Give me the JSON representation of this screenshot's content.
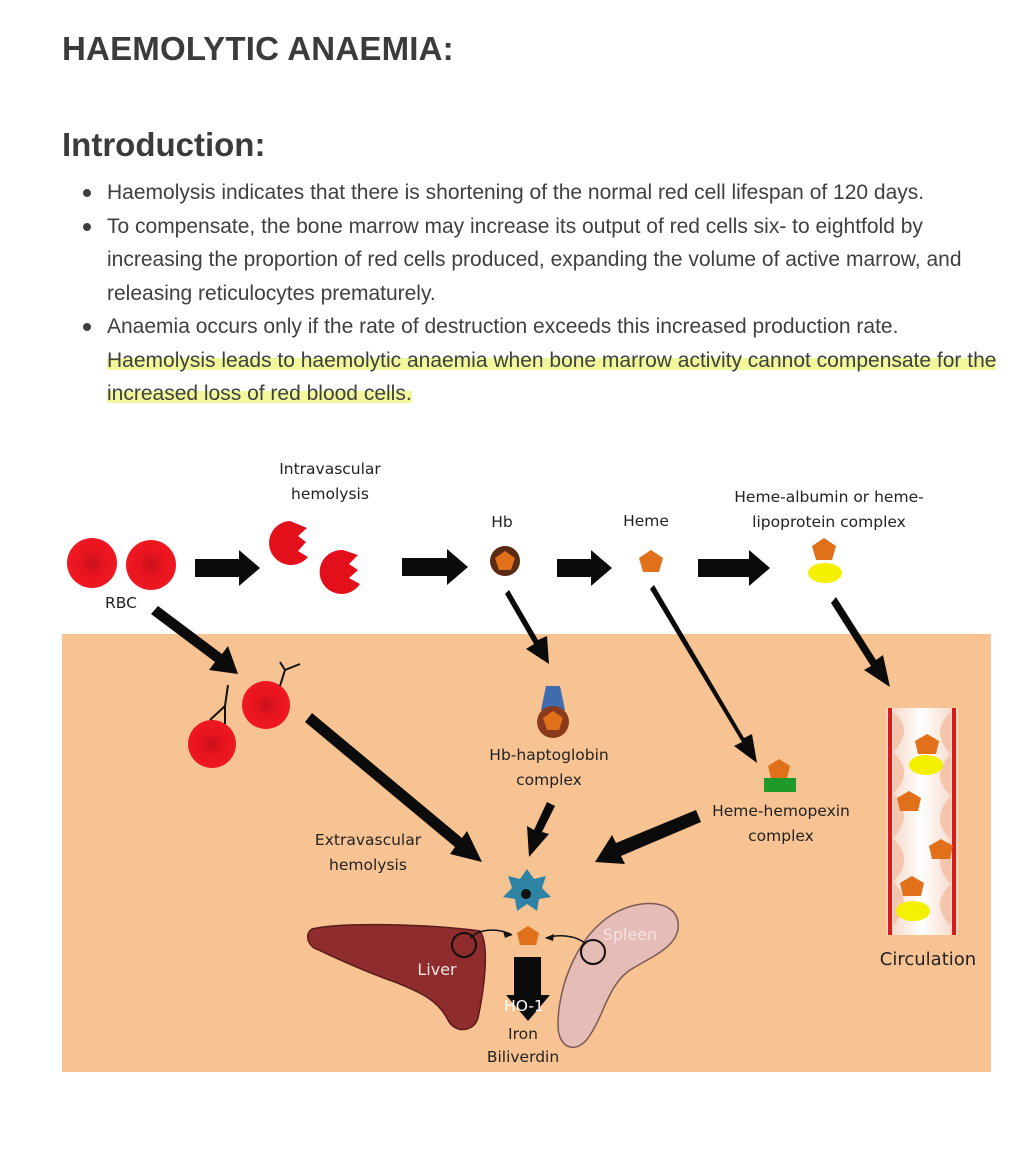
{
  "document": {
    "title": "HAEMOLYTIC ANAEMIA:",
    "section_heading": "Introduction:",
    "bullets": [
      {
        "text": "Haemolysis indicates that there is shortening of the normal red cell lifespan of 120 days."
      },
      {
        "text": "To compensate, the bone marrow may increase its output of red cells six- to eightfold by increasing the proportion of red cells produced, expanding the volume of active marrow, and releasing reticulocytes prematurely."
      },
      {
        "text": "Anaemia occurs only if the rate of destruction exceeds this increased production rate.",
        "highlight": "Haemolysis leads to haemolytic anaemia when bone marrow activity cannot compensate for the increased loss of red blood cells."
      }
    ]
  },
  "diagram": {
    "labels": {
      "rbc": "RBC",
      "intravascular_line1": "Intravascular",
      "intravascular_line2": "hemolysis",
      "hb": "Hb",
      "heme": "Heme",
      "heme_albumin_line1": "Heme-albumin or heme-",
      "heme_albumin_line2": "lipoprotein complex",
      "hb_haptoglobin_line1": "Hb-haptoglobin",
      "hb_haptoglobin_line2": "complex",
      "heme_hemopexin_line1": "Heme-hemopexin",
      "heme_hemopexin_line2": "complex",
      "extravascular_line1": "Extravascular",
      "extravascular_line2": "hemolysis",
      "liver": "Liver",
      "spleen": "Spleen",
      "ho1": "HO-1",
      "iron": "Iron",
      "biliverdin": "Biliverdin",
      "circulation": "Circulation"
    },
    "colors": {
      "tissue_background": "#f8c392",
      "rbc": "#e3101b",
      "heme": "#e0701a",
      "albumin": "#f4f000",
      "haptoglobin": "#3f6cae",
      "hemopexin": "#1f9a2a",
      "macrophage": "#2f84a6",
      "liver": "#8f2d2e",
      "spleen": "#e6bcb6",
      "vessel_wall": "#d71c1c",
      "arrow": "#0b0b0b"
    }
  }
}
